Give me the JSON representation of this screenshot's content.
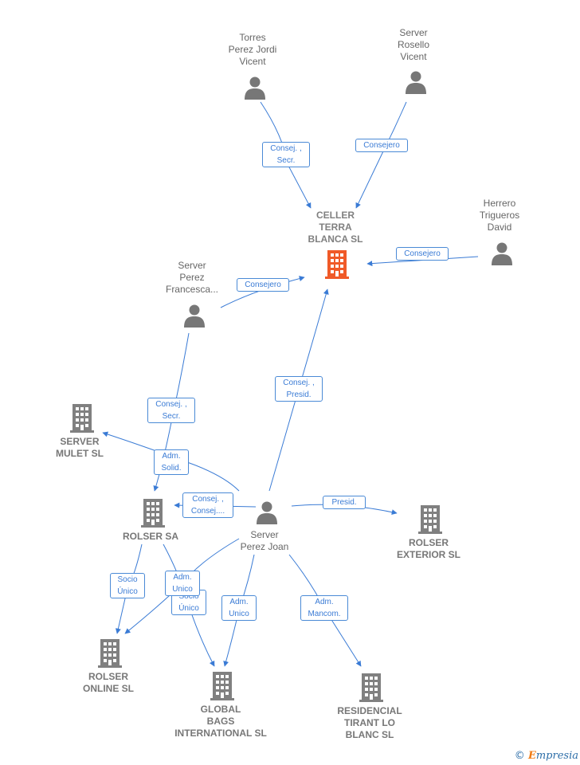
{
  "colors": {
    "edge": "#3a7bd5",
    "person": "#777777",
    "company": "#808080",
    "main_company": "#f05a28"
  },
  "nodes": {
    "torres": {
      "label": "Torres\nPerez Jordi\nVicent",
      "icon": "person-icon"
    },
    "rosello": {
      "label": "Server\nRosello\nVicent",
      "icon": "person-icon"
    },
    "herrero": {
      "label": "Herrero\nTrigueros\nDavid",
      "icon": "person-icon"
    },
    "celler": {
      "label": "CELLER\nTERRA\nBLANCA  SL",
      "icon": "building-icon"
    },
    "francesca": {
      "label": "Server\nPerez\nFrancesca...",
      "icon": "person-icon"
    },
    "mulet": {
      "label": "SERVER\nMULET  SL",
      "icon": "building-icon"
    },
    "rolser_sa": {
      "label": "ROLSER SA",
      "icon": "building-icon"
    },
    "joan": {
      "label": "Server\nPerez Joan",
      "icon": "person-icon"
    },
    "exterior": {
      "label": "ROLSER\nEXTERIOR  SL",
      "icon": "building-icon"
    },
    "online": {
      "label": "ROLSER\nONLINE  SL",
      "icon": "building-icon"
    },
    "global": {
      "label": "GLOBAL\nBAGS\nINTERNATIONAL SL",
      "icon": "building-icon"
    },
    "residencial": {
      "label": "RESIDENCIAL\nTIRANT LO\nBLANC SL",
      "icon": "building-icon"
    }
  },
  "edges": {
    "e1": "Consej. ,\nSecr.",
    "e2": "Consejero",
    "e3": "Consejero",
    "e4": "Consejero",
    "e5": "Consej. ,\nSecr.",
    "e6": "Consej. ,\nPresid.",
    "e7": "Adm.\nSolid.",
    "e8": "Consej. ,\nConsej....",
    "e9": "Presid.",
    "e10": "Socio\nÚnico",
    "e11": "Adm.\nUnico",
    "e12": "Socio\nÚnico",
    "e13": "Adm.\nUnico",
    "e14": "Adm.\nMancom."
  },
  "brand": {
    "copyright": "©",
    "initial": "E",
    "rest": "mpresia"
  }
}
